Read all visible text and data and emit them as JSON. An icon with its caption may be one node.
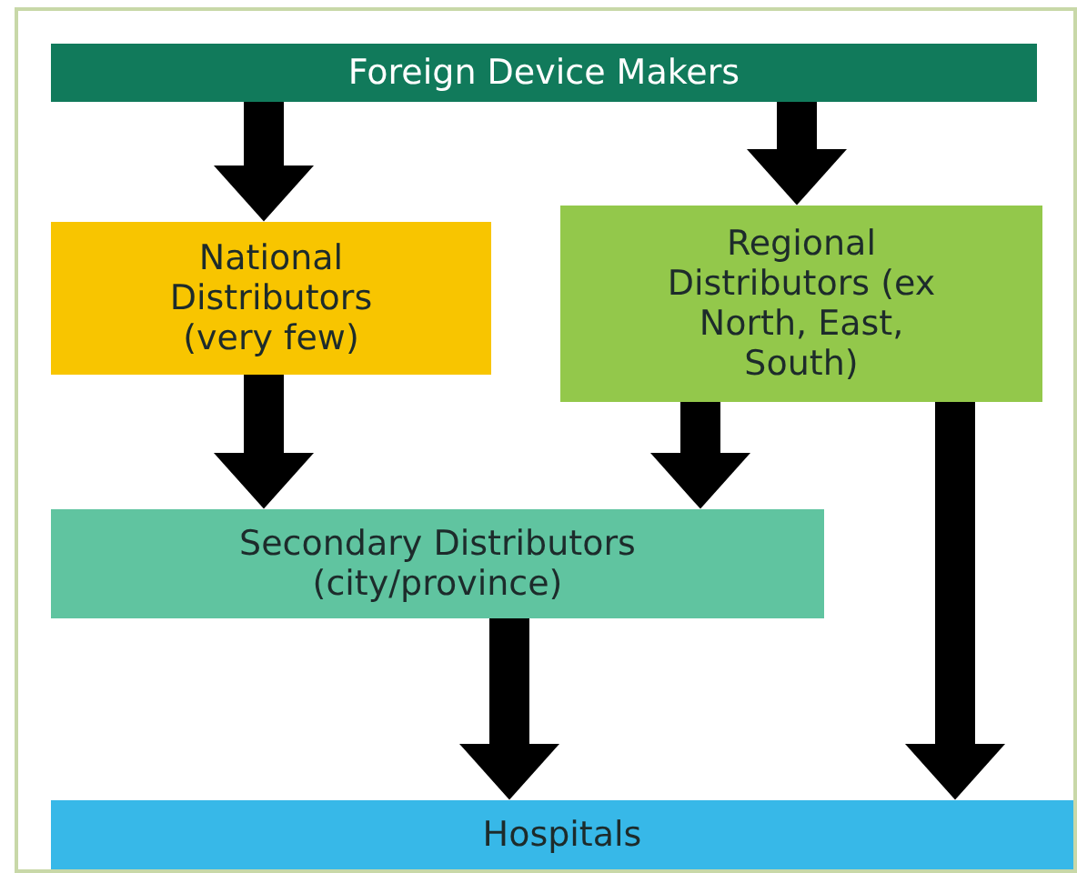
{
  "diagram": {
    "nodes": [
      {
        "text": [
          "Foreign Device Makers"
        ]
      },
      {
        "text": [
          "National Distributors (very few)"
        ]
      },
      {
        "text": [
          "Regional Distributors (ex North, East, South)"
        ]
      },
      {
        "text": [
          "Secondary Distributors (city/province)"
        ]
      },
      {
        "text": [
          "Hospitals"
        ]
      }
    ],
    "edges": [
      {
        "from": 0,
        "to": 1,
        "arrow": "to"
      },
      {
        "from": 0,
        "to": 2,
        "arrow": "to"
      },
      {
        "from": 1,
        "to": 3,
        "arrow": "to"
      },
      {
        "from": 2,
        "to": 3,
        "arrow": "to"
      },
      {
        "from": 3,
        "to": 4,
        "arrow": "to"
      },
      {
        "from": 2,
        "to": 4,
        "arrow": "to"
      }
    ]
  }
}
